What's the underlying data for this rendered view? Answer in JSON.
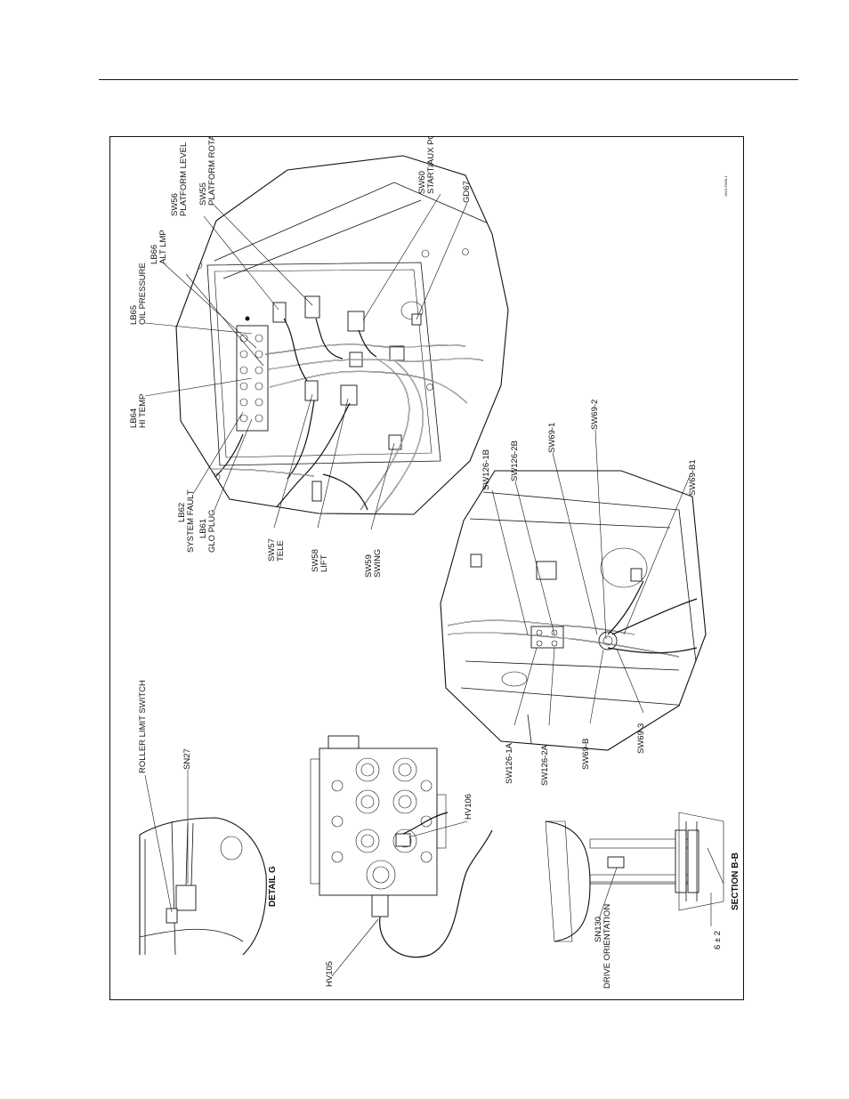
{
  "drawing_id": "0010-F06B-1",
  "main_view": {
    "callouts": [
      {
        "code": "LB65",
        "desc": "OIL PRESSURE"
      },
      {
        "code": "LB66",
        "desc": "ALT LMP"
      },
      {
        "code": "SW56",
        "desc": "PLATFORM LEVEL"
      },
      {
        "code": "SW55",
        "desc": "PLATFORM ROTATE"
      },
      {
        "code": "SW60",
        "desc": "START/AUX POWER"
      },
      {
        "code": "GD67",
        "desc": ""
      },
      {
        "code": "LB64",
        "desc": "HI TEMP"
      },
      {
        "code": "LB62",
        "desc": "SYSTEM FAULT"
      },
      {
        "code": "LB61",
        "desc": "GLO PLUG"
      },
      {
        "code": "SW57",
        "desc": "TELE"
      },
      {
        "code": "SW58",
        "desc": "LIFT"
      },
      {
        "code": "SW59",
        "desc": "SWING"
      }
    ]
  },
  "switch_view": {
    "callouts": [
      "SW126-1B",
      "SW126-2B",
      "SW69-1",
      "SW69-2",
      "SW69-B1",
      "SW126-1A",
      "SW126-2A",
      "SW69-B",
      "SW69-3"
    ]
  },
  "detail_g": {
    "title": "DETAIL G",
    "callouts": [
      "ROLLER LIMIT SWITCH",
      "SN27"
    ]
  },
  "valve_view": {
    "callouts": [
      "HV106",
      "HV105"
    ]
  },
  "section_bb": {
    "title": "SECTION B-B",
    "callouts": [
      "SN130",
      "DRIVE ORIENTATION"
    ],
    "dimension": "6 ± 2"
  }
}
